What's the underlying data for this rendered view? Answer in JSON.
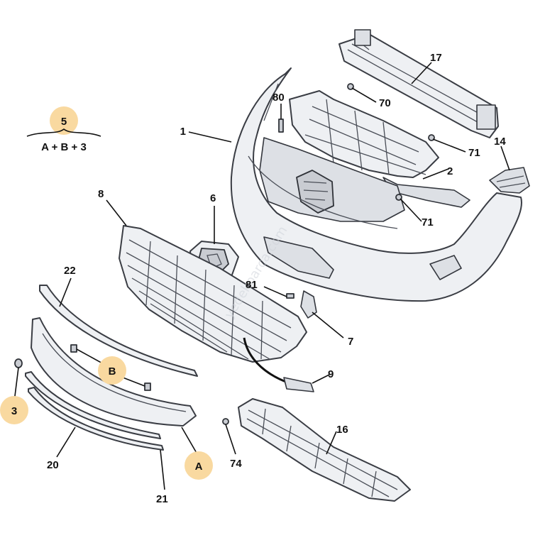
{
  "diagram": {
    "part_numbers": {
      "p1": "1",
      "p2": "2",
      "p6": "6",
      "p7": "7",
      "p8": "8",
      "p9": "9",
      "p14": "14",
      "p16": "16",
      "p17": "17",
      "p20": "20",
      "p21": "21",
      "p22": "22",
      "p70": "70",
      "p71a": "71",
      "p71b": "71",
      "p74": "74",
      "p80": "80",
      "p81": "81"
    },
    "callouts": {
      "c5": "5",
      "cB": "B",
      "c3": "3",
      "cA": "A"
    },
    "formula": "A + B + 3",
    "watermark": "yedekparca.com",
    "colors": {
      "highlight": "#f9d9a0",
      "outline": "#3a3d44",
      "fill": "#eef0f3"
    }
  }
}
